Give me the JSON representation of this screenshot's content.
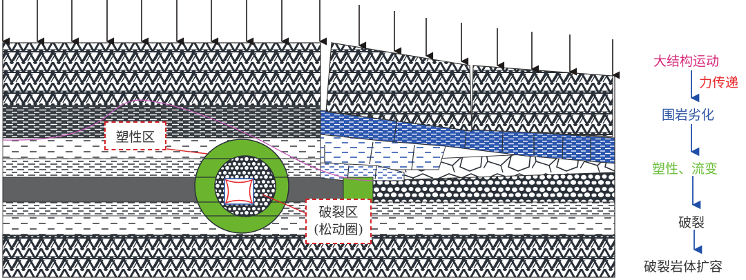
{
  "diagram": {
    "title": "",
    "labels": {
      "plastic_zone": "塑性区",
      "fracture_zone_line1": "破裂区",
      "fracture_zone_line2": "(松动圈)"
    },
    "flow": {
      "steps": [
        {
          "text": "大结构运动",
          "color": "#d6287a"
        },
        {
          "text": "围岩劣化",
          "color": "#2f55a4"
        },
        {
          "text": "塑性、流变",
          "color": "#6cbf3c"
        },
        {
          "text": "破裂",
          "color": "#333333"
        },
        {
          "text": "破裂岩体扩容",
          "color": "#333333"
        }
      ],
      "side_note": {
        "text": "力传递",
        "color": "#e8292b"
      },
      "arrow_color": "#1f4fa8"
    },
    "colors": {
      "rock_dark": "#2a3038",
      "coal_seam": "#5f6163",
      "plastic_green": "#6bb42d",
      "weathered_blue": "#2c57b0",
      "label_border": "#d7262a",
      "pink_curve": "#c45ab8"
    },
    "loads": {
      "left_block_arrow_count": 10,
      "right_block_arrow_count": 8
    }
  }
}
